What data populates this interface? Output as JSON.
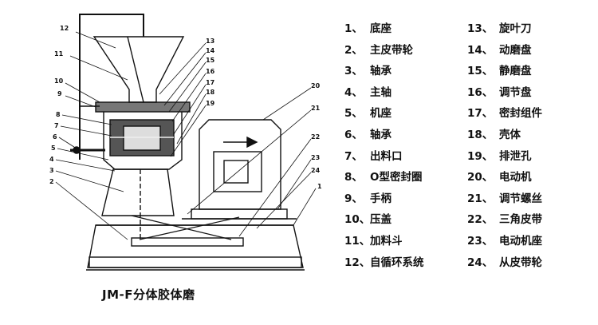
{
  "caption": "JM-F分体胶体磨",
  "callout_numbers": [
    "12",
    "11",
    "10",
    "9",
    "8",
    "7",
    "6",
    "5",
    "4",
    "3",
    "2",
    "13",
    "14",
    "15",
    "16",
    "17",
    "18",
    "19",
    "20",
    "21",
    "22",
    "23",
    "24",
    "1"
  ],
  "legend_left": [
    {
      "num": "1、",
      "label": "底座"
    },
    {
      "num": "2、",
      "label": "主皮带轮"
    },
    {
      "num": "3、",
      "label": "轴承"
    },
    {
      "num": "4、",
      "label": "主轴"
    },
    {
      "num": "5、",
      "label": "机座"
    },
    {
      "num": "6、",
      "label": "轴承"
    },
    {
      "num": "7、",
      "label": "出料口"
    },
    {
      "num": "8、",
      "label": "O型密封圈"
    },
    {
      "num": "9、",
      "label": "手柄"
    },
    {
      "num": "10、",
      "label": "压盖"
    },
    {
      "num": "11、",
      "label": "加料斗"
    },
    {
      "num": "12、",
      "label": "自循环系统"
    }
  ],
  "legend_right": [
    {
      "num": "13、",
      "label": "旋叶刀"
    },
    {
      "num": "14、",
      "label": "动磨盘"
    },
    {
      "num": "15、",
      "label": "静磨盘"
    },
    {
      "num": "16、",
      "label": "调节盘"
    },
    {
      "num": "17、",
      "label": "密封组件"
    },
    {
      "num": "18、",
      "label": "壳体"
    },
    {
      "num": "19、",
      "label": "排泄孔"
    },
    {
      "num": "20、",
      "label": "电动机"
    },
    {
      "num": "21、",
      "label": "调节螺丝"
    },
    {
      "num": "22、",
      "label": "三角皮带"
    },
    {
      "num": "23、",
      "label": "电动机座"
    },
    {
      "num": "24、",
      "label": "从皮带轮"
    }
  ]
}
